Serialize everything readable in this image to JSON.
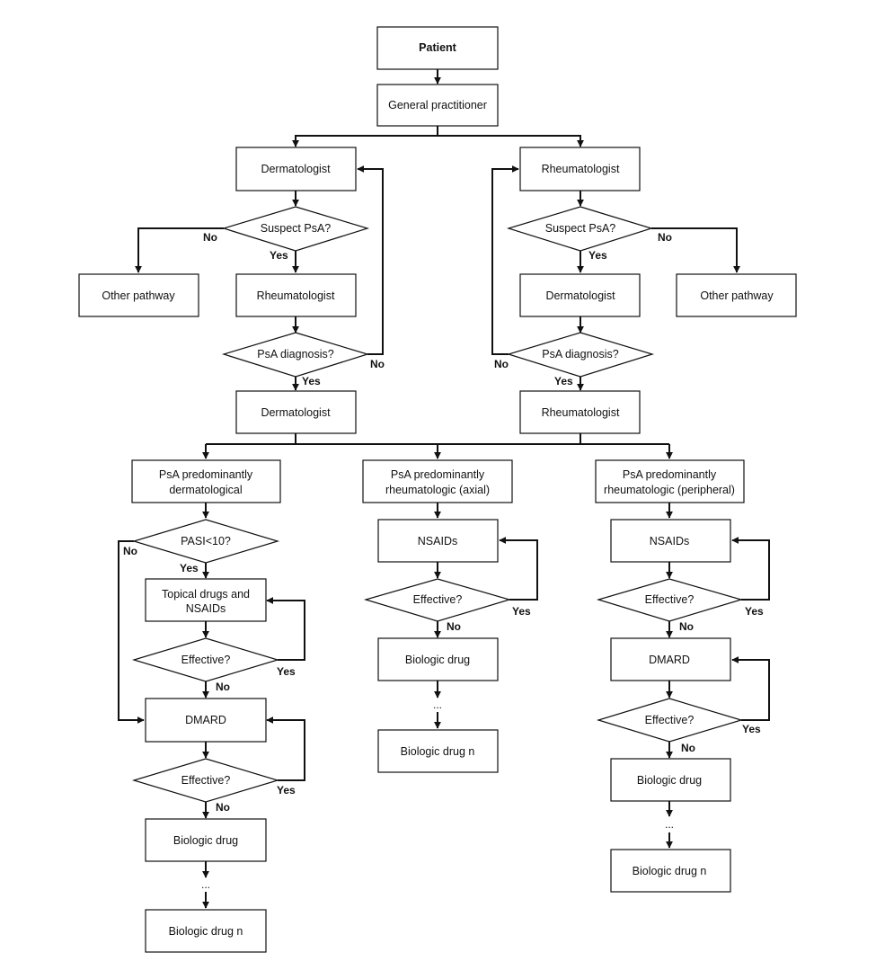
{
  "nodes": {
    "patient": "Patient",
    "gp": "General practitioner",
    "derm_first": "Dermatologist",
    "rheum_first": "Rheumatologist",
    "suspect_left": "Suspect PsA?",
    "suspect_right": "Suspect PsA?",
    "other_left": "Other pathway",
    "other_right": "Other pathway",
    "rheum_referral": "Rheumatologist",
    "derm_referral": "Dermatologist",
    "diag_left": "PsA diagnosis?",
    "diag_right": "PsA diagnosis?",
    "derm_final": "Dermatologist",
    "rheum_final": "Rheumatologist",
    "col1_title": [
      "PsA predominantly",
      "dermatological"
    ],
    "col2_title": [
      "PsA predominantly",
      "rheumatologic (axial)"
    ],
    "col3_title": [
      "PsA predominantly",
      "rheumatologic (peripheral)"
    ],
    "pasi": "PASI<10?",
    "topical": [
      "Topical drugs and",
      "NSAIDs"
    ],
    "col1_effective1": "Effective?",
    "col1_dmard": "DMARD",
    "col1_effective2": "Effective?",
    "col1_biologic": "Biologic drug",
    "col1_biologic_n": "Biologic drug n",
    "col2_nsaids": "NSAIDs",
    "col2_effective": "Effective?",
    "col2_biologic": "Biologic drug",
    "col2_biologic_n": "Biologic drug n",
    "col3_nsaids": "NSAIDs",
    "col3_effective1": "Effective?",
    "col3_dmard": "DMARD",
    "col3_effective2": "Effective?",
    "col3_biologic": "Biologic drug",
    "col3_biologic_n": "Biologic drug n"
  },
  "labels": {
    "yes": "Yes",
    "no": "No",
    "ellipsis": "..."
  }
}
